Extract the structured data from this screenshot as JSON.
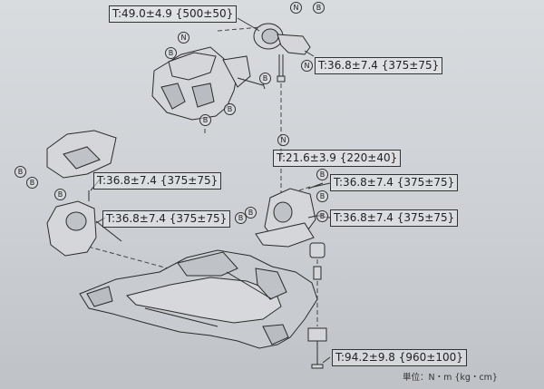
{
  "torque_specs": [
    {
      "id": "t1",
      "text": "T:49.0±4.9 {500±50}"
    },
    {
      "id": "t2",
      "text": "T:36.8±7.4 {375±75}"
    },
    {
      "id": "t3",
      "text": "T:21.6±3.9 {220±40}"
    },
    {
      "id": "t4",
      "text": "T:36.8±7.4 {375±75}"
    },
    {
      "id": "t5",
      "text": "T:36.8±7.4 {375±75}"
    },
    {
      "id": "t6",
      "text": "T:36.8±7.4 {375±75}"
    },
    {
      "id": "t7",
      "text": "T:36.8±7.4 {375±75}"
    },
    {
      "id": "t8",
      "text": "T:94.2±9.8 {960±100}"
    }
  ],
  "markers": {
    "n": "N",
    "b": "B"
  },
  "units_note": "単位：N・m {kg・cm}"
}
